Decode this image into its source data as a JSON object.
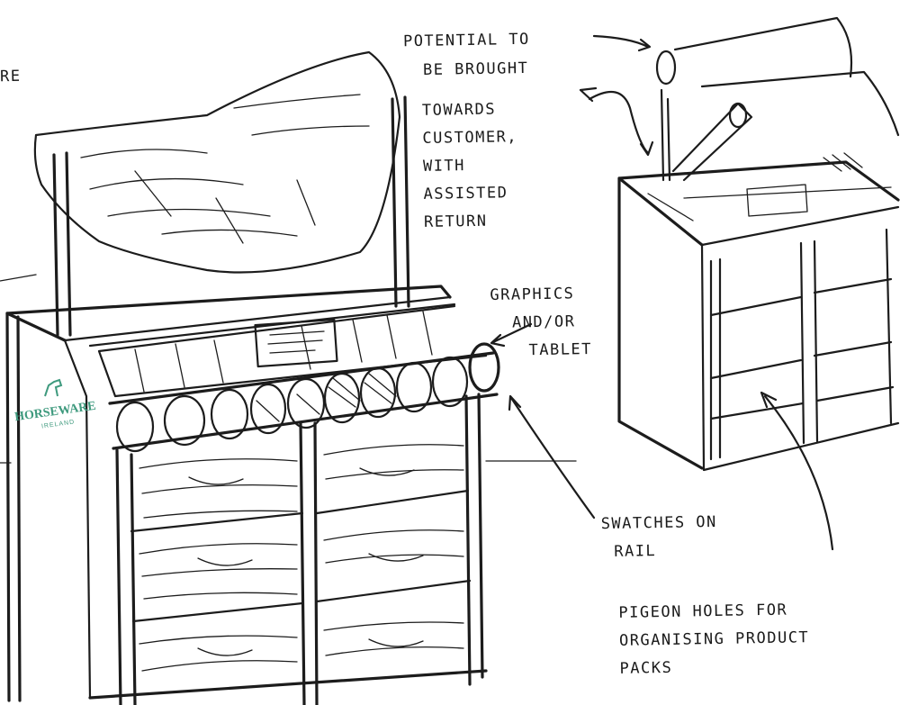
{
  "notes": {
    "top_left_fragment": "RE",
    "potential": [
      "POTENTIAL TO",
      "BE BROUGHT",
      "TOWARDS",
      "CUSTOMER,",
      "WITH",
      "ASSISTED",
      "RETURN"
    ],
    "graphics": [
      "GRAPHICS",
      "AND/OR",
      "TABLET"
    ],
    "swatches": [
      "SWATCHES ON",
      "RAIL"
    ],
    "pigeon": [
      "PIGEON HOLES FOR",
      "ORGANISING PRODUCT",
      "PACKS"
    ]
  },
  "logo": {
    "brand": "HORSEWARE",
    "sub": "IRELAND"
  },
  "colors": {
    "ink": "#1c1c1c",
    "logo": "#3f9a7e",
    "paper": "#ffffff"
  }
}
